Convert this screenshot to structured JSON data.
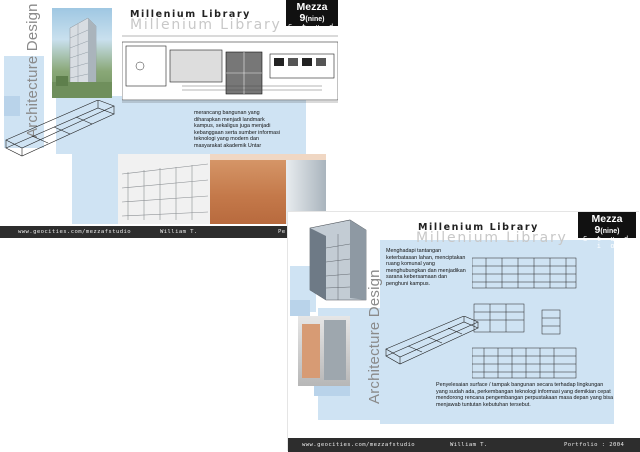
{
  "sheet_back": {
    "series_title": "Architecture Design",
    "project_title": "Millenium Library",
    "project_title_ghost": "Millenium Library",
    "brand_name": "Mezza 9",
    "brand_suffix": "(nine)",
    "brand_studio": "S t u d i o",
    "description": "merancang bangunan yang diharapkan menjadi landmark kampus, sekaligus juga menjadi kebanggaan serta sumber informasi teknologi yang modern dan masyarakat akademik Untar",
    "footer_url": "www.geocities.com/mezzafstudio",
    "footer_author": "William T.",
    "footer_right": "Pe"
  },
  "sheet_front": {
    "series_title": "Architecture Design",
    "project_title": "Millenium Library",
    "project_title_ghost": "Millenium Library",
    "brand_name": "Mezza 9",
    "brand_suffix": "(nine)",
    "brand_studio": "S t u d i o",
    "description_top": "Menghadapi tantangan keterbatasan lahan, menciptakan ruang komunal yang menghubungkan dan menjadikan sarana kebersamaan dan penghuni kampus.",
    "description_bottom": "Penyelesaian surface / tampak bangunan secara terhadap lingkungan yang sudah ada, perkembangan teknologi informasi yang demikian cepat mendorong rencana pengembangan perpustakaan masa depan yang bisa menjawab tuntutan kebutuhan tersebut.",
    "footer_url": "www.geocities.com/mezzafstudio",
    "footer_author": "William T.",
    "footer_right": "Portfolio : 2004"
  }
}
